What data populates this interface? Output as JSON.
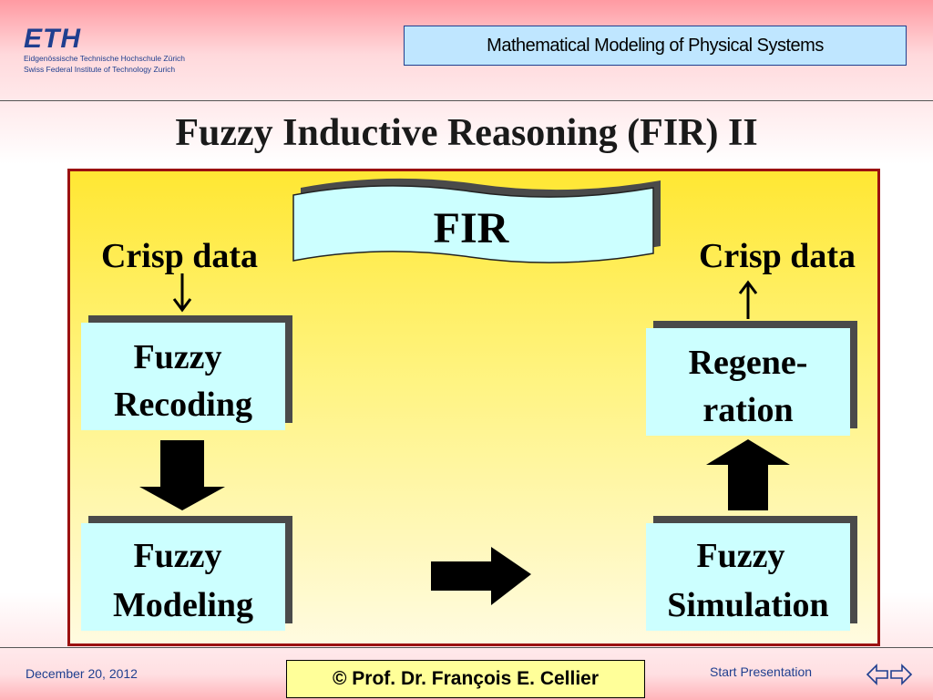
{
  "header": {
    "logo_mark": "ETH",
    "logo_line1": "Eidgenössische Technische Hochschule Zürich",
    "logo_line2": "Swiss Federal Institute of Technology Zurich",
    "course_title": "Mathematical Modeling of Physical Systems"
  },
  "slide": {
    "title": "Fuzzy Inductive Reasoning (FIR) II"
  },
  "diagram": {
    "banner": "FIR",
    "input_label": "Crisp data",
    "output_label": "Crisp data",
    "box_recoding": [
      "Fuzzy",
      "Recoding"
    ],
    "box_modeling": [
      "Fuzzy",
      "Modeling"
    ],
    "box_simulation": [
      "Fuzzy",
      "Simulation"
    ],
    "box_regeneration": [
      "Regene-",
      "ration"
    ]
  },
  "footer": {
    "date": "December 20, 2012",
    "copyright": "©  Prof. Dr. François E. Cellier",
    "start_presentation": "Start Presentation"
  },
  "colors": {
    "panel_border": "#9b1111",
    "box_fill": "#ccffff",
    "brand_blue": "#1f3f8f"
  },
  "icons": {
    "nav_back": "arrow-left-outline-icon",
    "nav_forward": "arrow-right-outline-icon"
  }
}
